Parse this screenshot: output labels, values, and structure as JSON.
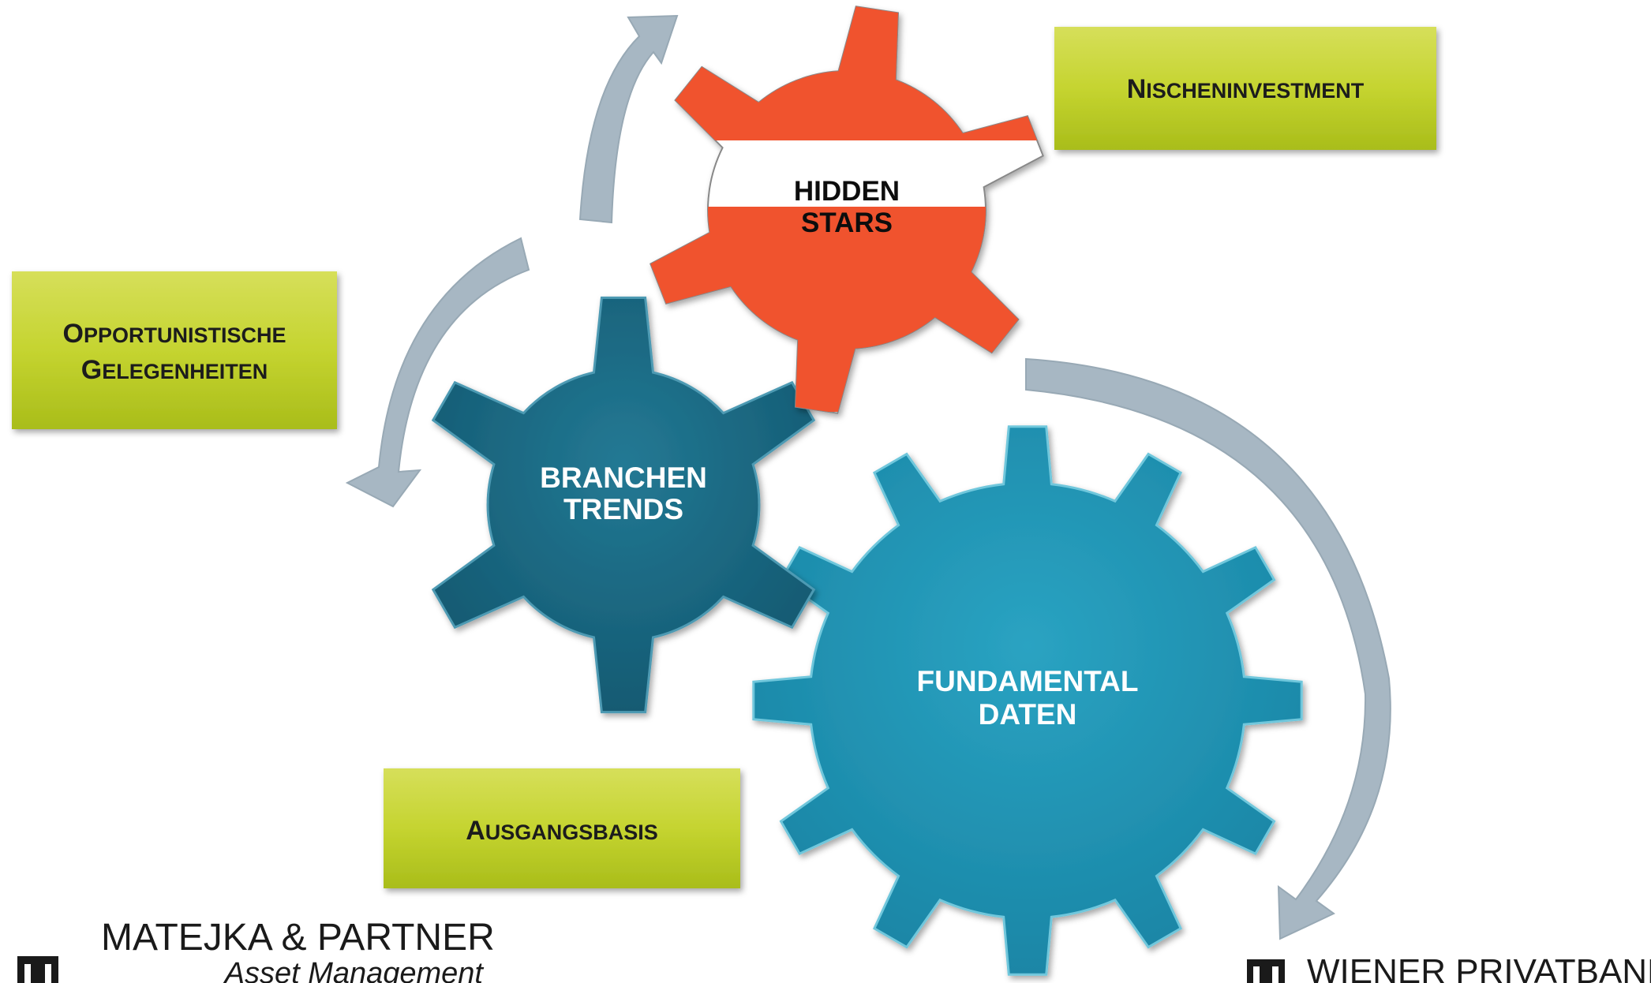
{
  "gears": {
    "hidden_stars": {
      "line1": "HIDDEN",
      "line2": "STARS"
    },
    "branchen_trends": {
      "line1": "BRANCHEN",
      "line2": "TRENDS"
    },
    "fundamental_daten": {
      "line1": "FUNDAMENTAL",
      "line2": "DATEN"
    }
  },
  "boxes": {
    "nischeninvestment": {
      "first": "N",
      "rest": "ISCHENINVESTMENT"
    },
    "opportunistische": {
      "line1_first": "O",
      "line1_rest": "PPORTUNISTISCHE",
      "line2_first": "G",
      "line2_rest": "ELEGENHEITEN"
    },
    "ausgangsbasis": {
      "first": "A",
      "rest": "USGANGSBASIS"
    }
  },
  "logos": {
    "matejka": {
      "name": "MATEJKA & PARTNER",
      "sub": "Asset Management"
    },
    "wiener": {
      "name": "WIENER PRIVATBANK"
    }
  },
  "colors": {
    "box_green": "#bccf26",
    "gear_dark_teal": "#1e6e8a",
    "gear_light_teal": "#2599b8",
    "gear_red": "#f0522f",
    "arrow_gray": "#a7b7c3"
  }
}
